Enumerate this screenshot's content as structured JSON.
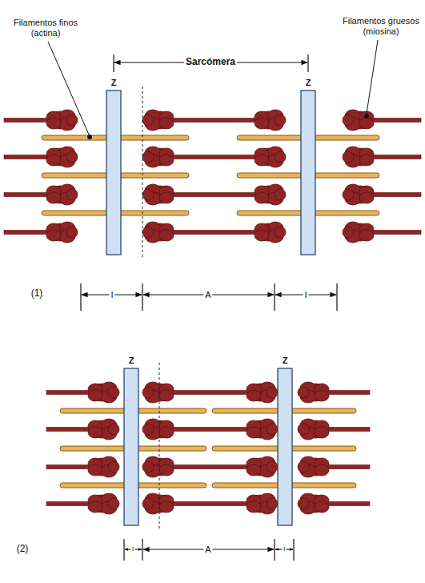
{
  "diagram": {
    "labels": [
      "Filamentos finos (actina)",
      "Filamentos gruesos (miosina)",
      "Sarcómera",
      "Z",
      "Z",
      "(1)",
      "I",
      "A",
      "I",
      "Z",
      "Z",
      "(2)",
      "I",
      "A",
      "I"
    ]
  }
}
